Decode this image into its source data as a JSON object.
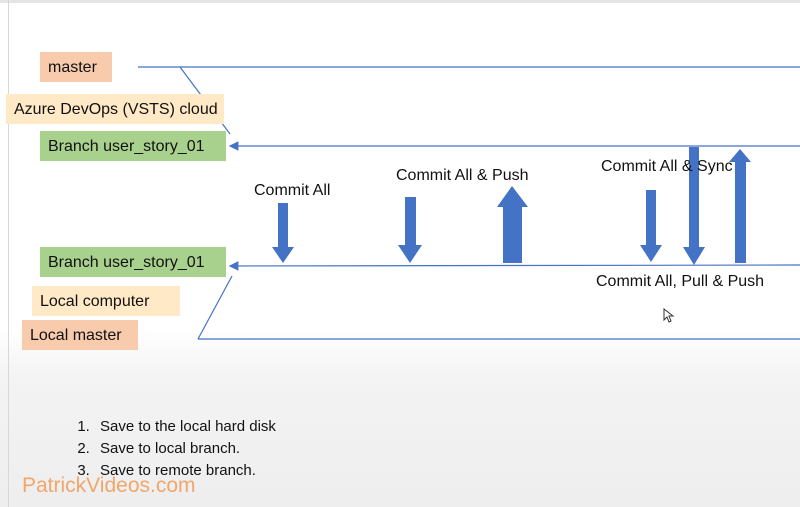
{
  "labels": {
    "master": "master",
    "azure_cloud": "Azure DevOps (VSTS) cloud",
    "remote_branch": "Branch user_story_01",
    "local_branch": "Branch user_story_01",
    "local_computer": "Local computer",
    "local_master": "Local master"
  },
  "actions": {
    "commit_all": "Commit All",
    "commit_all_push": "Commit All & Push",
    "commit_all_sync": "Commit All & Sync",
    "commit_all_pull_push": "Commit All, Pull & Push"
  },
  "steps": [
    "Save to the local hard disk",
    "Save to local branch.",
    "Save to remote branch."
  ],
  "watermark": "PatrickVideos.com",
  "colors": {
    "line": "#4472c4",
    "arrow": "#4472c4",
    "orange_box": "#f8cbad",
    "cream_box": "#ffe9c6",
    "green_box": "#a9d18e",
    "watermark": "#f2a66b"
  }
}
